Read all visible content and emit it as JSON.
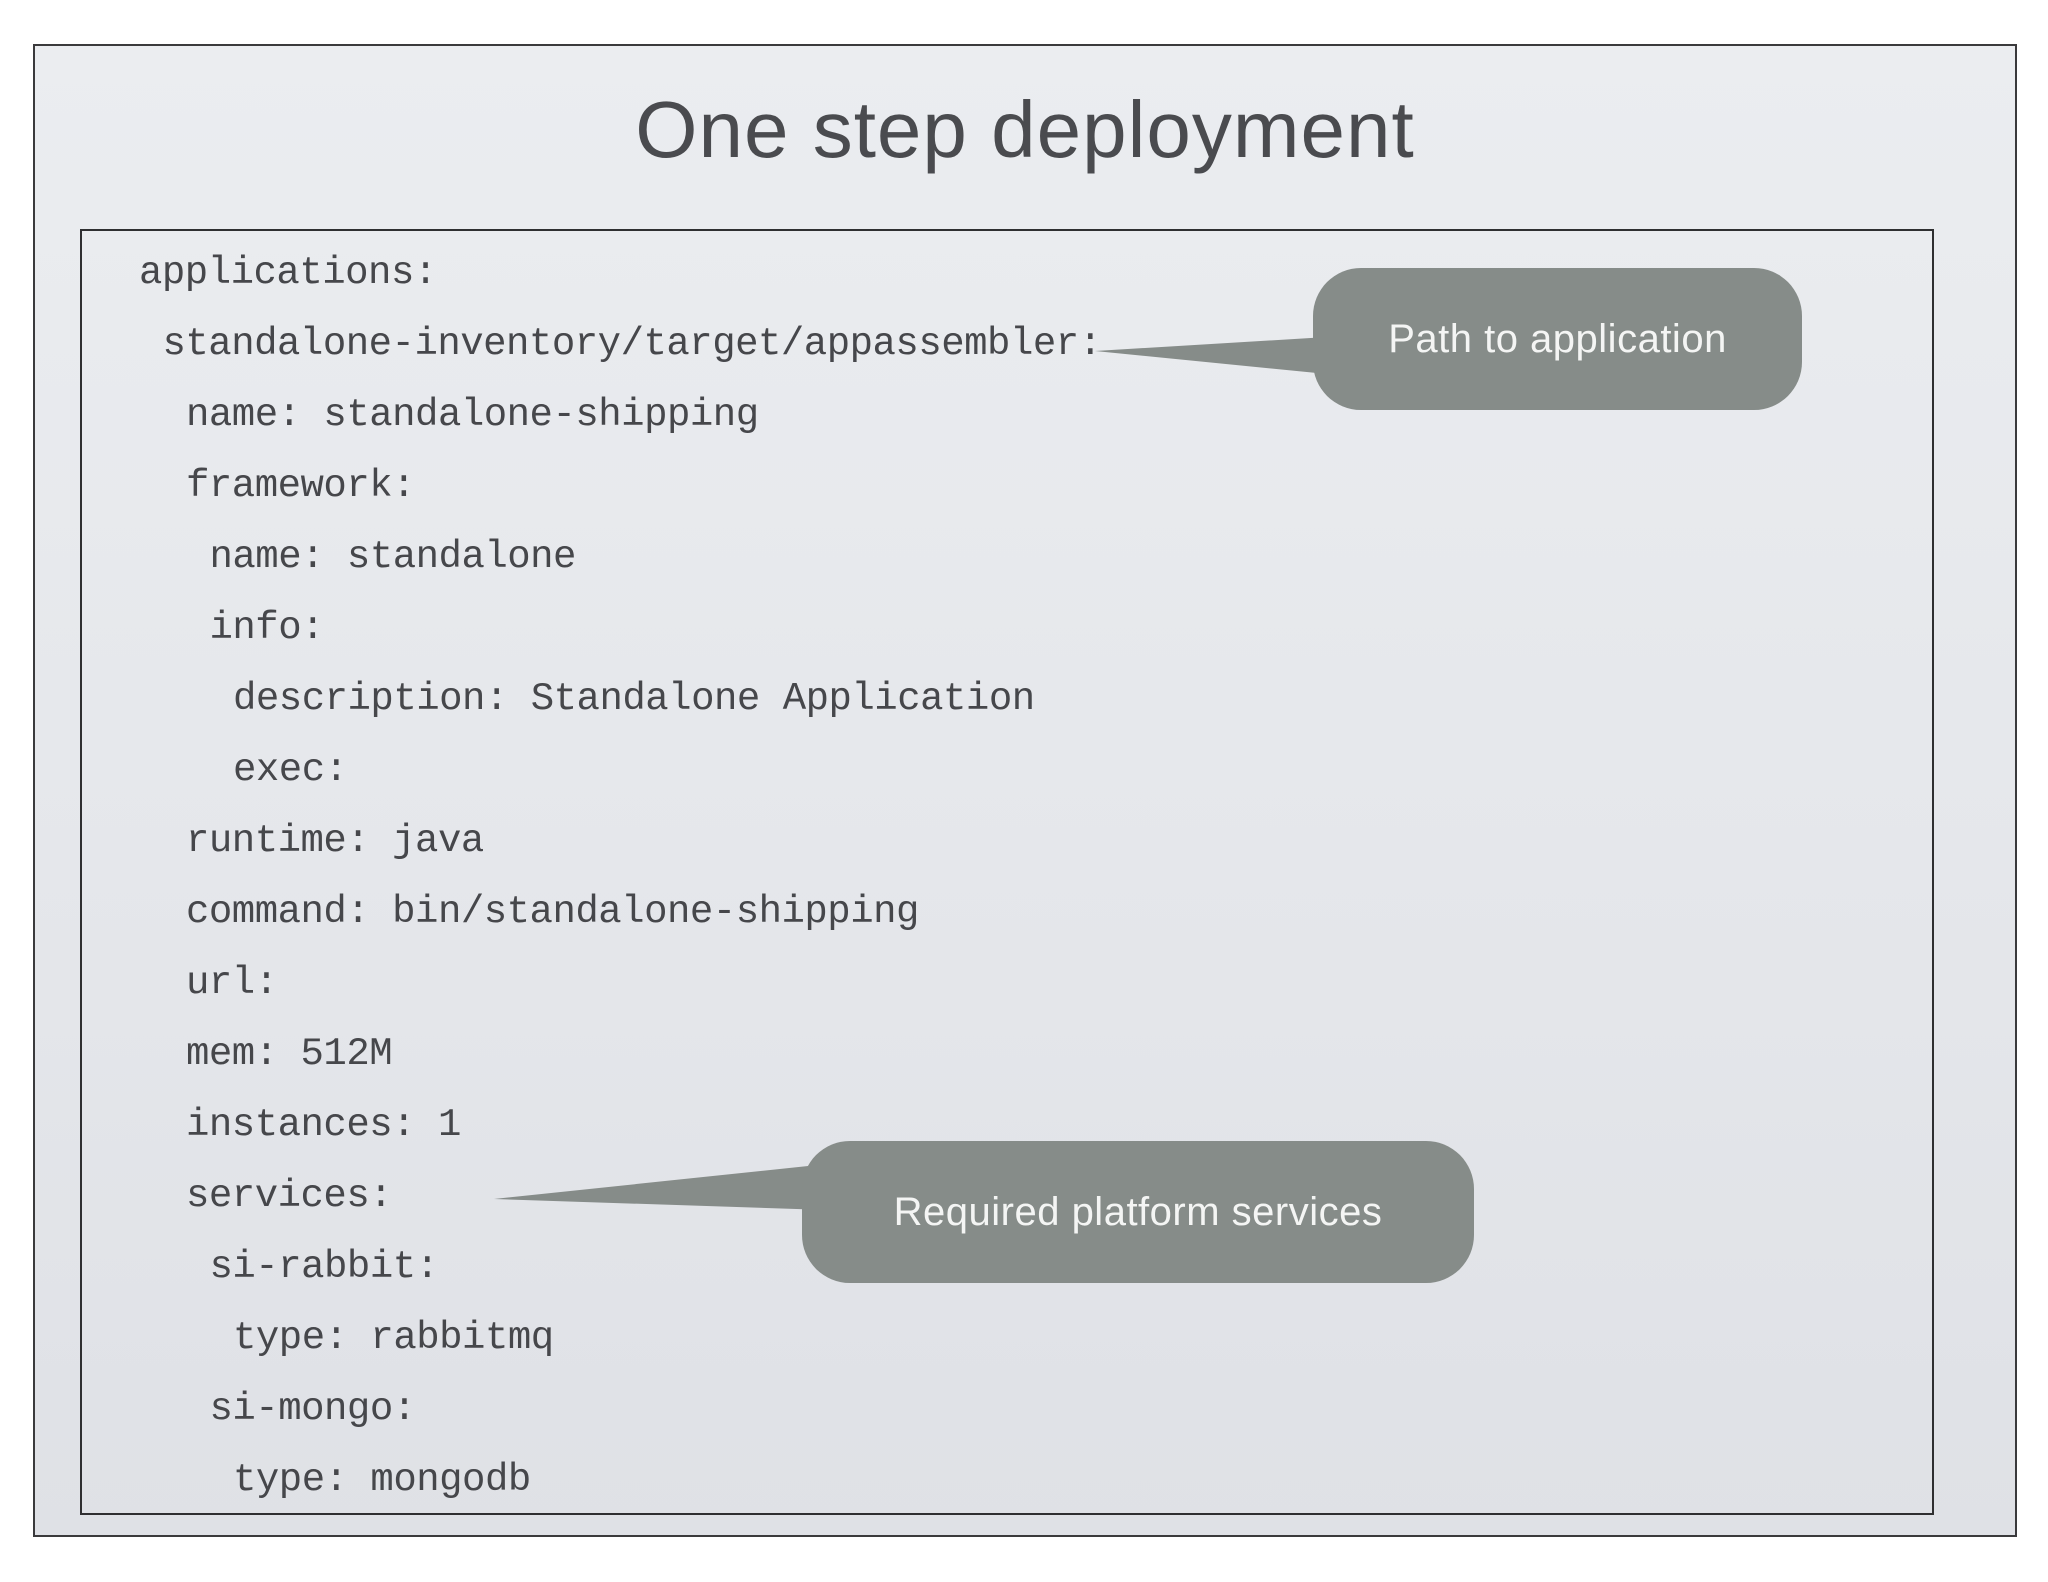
{
  "slide": {
    "title": "One step deployment",
    "code": {
      "lines": [
        {
          "indent": 0,
          "text": "applications:"
        },
        {
          "indent": 1,
          "text": "standalone-inventory/target/appassembler:"
        },
        {
          "indent": 2,
          "text": "name: standalone-shipping"
        },
        {
          "indent": 2,
          "text": "framework:"
        },
        {
          "indent": 3,
          "text": "name: standalone"
        },
        {
          "indent": 3,
          "text": "info:"
        },
        {
          "indent": 4,
          "text": "description: Standalone Application"
        },
        {
          "indent": 4,
          "text": "exec:"
        },
        {
          "indent": 2,
          "text": "runtime: java"
        },
        {
          "indent": 2,
          "text": "command: bin/standalone-shipping"
        },
        {
          "indent": 2,
          "text": "url:"
        },
        {
          "indent": 2,
          "text": "mem: 512M"
        },
        {
          "indent": 2,
          "text": "instances: 1"
        },
        {
          "indent": 2,
          "text": "services:"
        },
        {
          "indent": 3,
          "text": "si-rabbit:"
        },
        {
          "indent": 4,
          "text": "type: rabbitmq"
        },
        {
          "indent": 3,
          "text": "si-mongo:"
        },
        {
          "indent": 4,
          "text": "type: mongodb"
        }
      ]
    },
    "callouts": [
      {
        "label": "Path to application"
      },
      {
        "label": "Required platform services"
      }
    ]
  },
  "colors": {
    "callout_bg": "#868c89",
    "callout_text": "#f4f5f4",
    "code_text": "#46474b",
    "title_text": "#4a4b4f"
  }
}
